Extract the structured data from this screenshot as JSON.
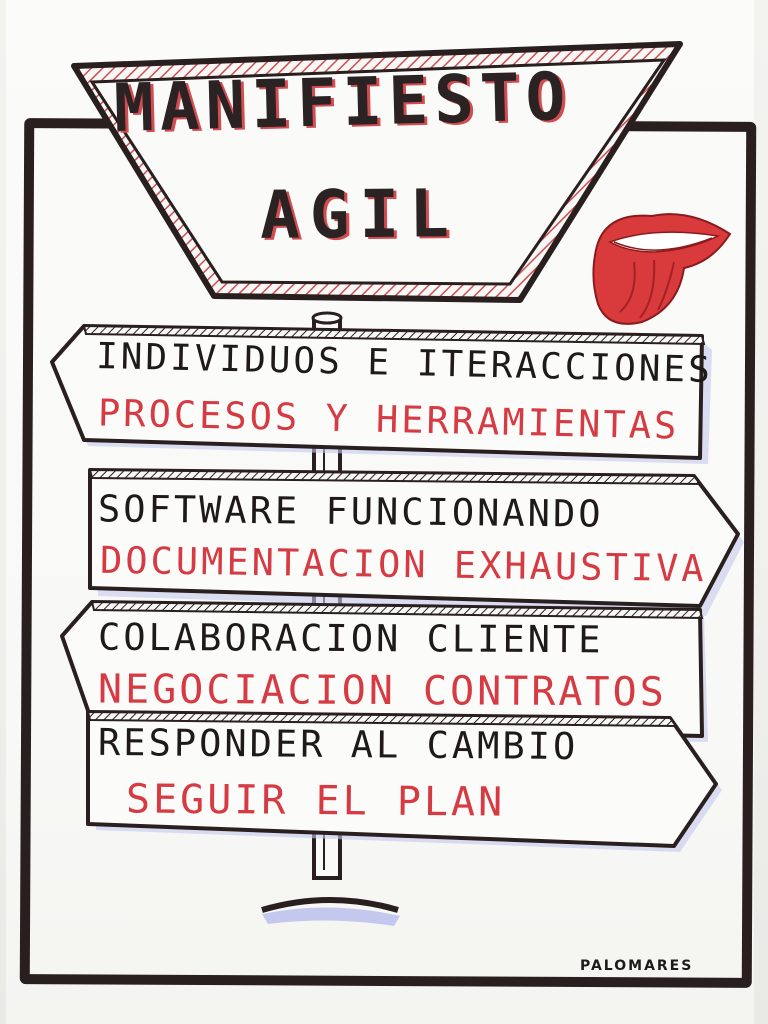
{
  "poster": {
    "title_line1": "MANIFIESTO",
    "title_line2": "AGIL",
    "signs": [
      {
        "valued": "INDIVIDUOS E ITERACCIONES",
        "over": "PROCESOS Y HERRAMIENTAS"
      },
      {
        "valued": "SOFTWARE FUNCIONANDO",
        "over": "DOCUMENTACION EXHAUSTIVA"
      },
      {
        "valued": "COLABORACION CLIENTE",
        "over": "NEGOCIACION CONTRATOS"
      },
      {
        "valued": "RESPONDER AL CAMBIO",
        "over": "SEGUIR EL PLAN"
      }
    ],
    "signature": "PALOMARES"
  },
  "colors": {
    "ink_black": "#1f1a1a",
    "ink_red": "#d63b43",
    "paper": "#f8f8f6",
    "shadow_blue": "#b9bde8"
  },
  "icons": [
    "rolling-stones-tongue-icon",
    "signpost-pole-icon"
  ]
}
